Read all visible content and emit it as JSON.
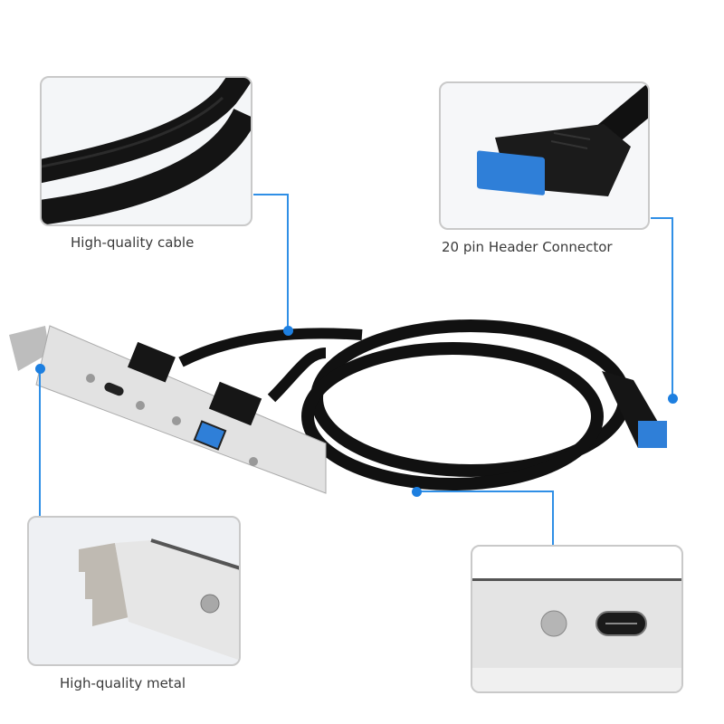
{
  "callouts": {
    "cable": {
      "label": "High-quality cable"
    },
    "header": {
      "label": "20 pin Header Connector"
    },
    "metal": {
      "label": "High-quality metal"
    },
    "port": {
      "label": ""
    }
  },
  "colors": {
    "accent": "#2f8fe6",
    "connector_blue": "#2f7fd8",
    "cable": "#111111",
    "metal": "#d9d9d9"
  }
}
